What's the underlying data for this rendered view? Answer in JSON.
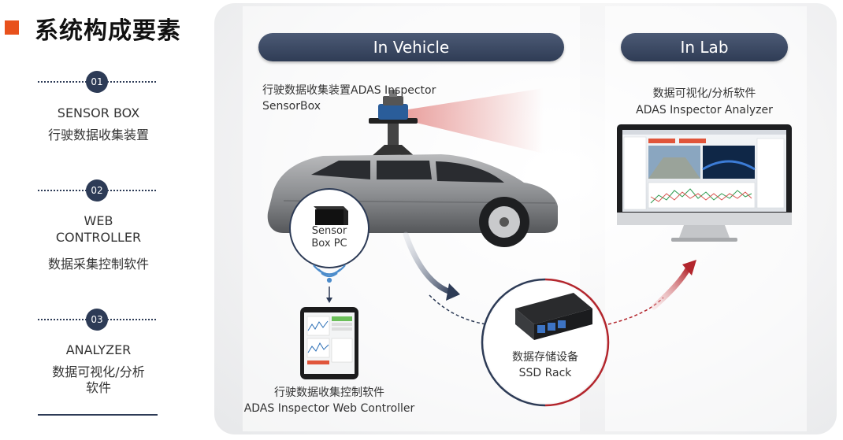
{
  "header": {
    "title": "系统构成要素"
  },
  "steps": [
    {
      "num": "01",
      "en": "SENSOR BOX",
      "cn": "行驶数据收集装置"
    },
    {
      "num": "02",
      "en_line1": "WEB",
      "en_line2": "CONTROLLER",
      "cn": "数据采集控制软件"
    },
    {
      "num": "03",
      "en": "ANALYZER",
      "cn_line1": "数据可视化/分析",
      "cn_line2": "软件"
    }
  ],
  "diagram": {
    "in_vehicle": "In Vehicle",
    "in_lab": "In Lab",
    "sensorbox_label_1": "行驶数据收集装置ADAS Inspector",
    "sensorbox_label_2": "SensorBox",
    "analyzer_label_1": "数据可视化/分析软件",
    "analyzer_label_2": "ADAS Inspector Analyzer",
    "sensor_pc_1": "Sensor",
    "sensor_pc_2": "Box PC",
    "ssd_1": "数据存储设备",
    "ssd_2": "SSD Rack",
    "web_controller_1": "行驶数据收集控制软件",
    "web_controller_2": "ADAS Inspector Web Controller"
  },
  "colors": {
    "accent": "#e8511c",
    "navy": "#2d3b56",
    "red": "#b3262d"
  }
}
